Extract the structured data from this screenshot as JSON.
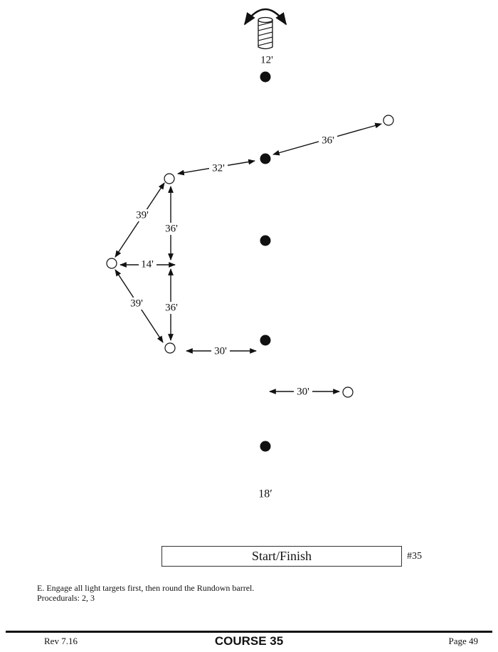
{
  "diagram": {
    "barrel_distance": "12'",
    "bottom_distance": "18′",
    "distances": {
      "d_36_top": "36'",
      "d_32": "32'",
      "d_39_upper": "39'",
      "d_36_upper": "36'",
      "d_14": "14'",
      "d_36_lower": "36'",
      "d_39_lower": "39'",
      "d_30_left": "30'",
      "d_30_right": "30'"
    }
  },
  "start_box": {
    "label": "Start/Finish",
    "course_number": "#35"
  },
  "notes": {
    "instruction": "E. Engage all light targets first, then round the Rundown barrel.",
    "procedurals": "Procedurals:  2, 3"
  },
  "footer": {
    "revision": "Rev 7.16",
    "title": "COURSE 35",
    "page": "Page 49"
  }
}
